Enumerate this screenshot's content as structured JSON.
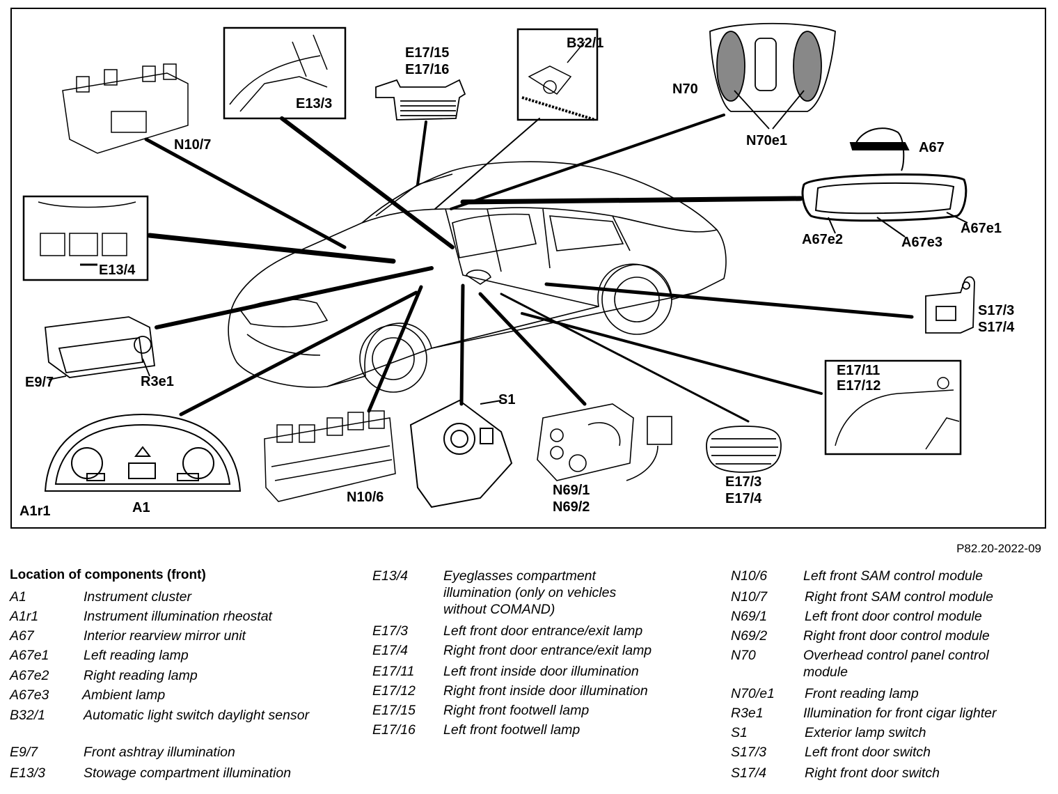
{
  "figure_code": "P82.20-2022-09",
  "legend_title": "Location of components (front)",
  "callouts": {
    "n10_7": "N10/7",
    "e13_3": "E13/3",
    "e17_15": "E17/15",
    "e17_16": "E17/16",
    "b32_1": "B32/1",
    "n70": "N70",
    "n70e1": "N70e1",
    "a67": "A67",
    "a67e1": "A67e1",
    "a67e2": "A67e2",
    "a67e3": "A67e3",
    "e13_4": "E13/4",
    "s17_3": "S17/3",
    "s17_4": "S17/4",
    "e9_7": "E9/7",
    "r3e1": "R3e1",
    "e17_11": "E17/11",
    "e17_12": "E17/12",
    "s1": "S1",
    "a1r1": "A1r1",
    "a1": "A1",
    "n10_6": "N10/6",
    "n69_1": "N69/1",
    "n69_2": "N69/2",
    "e17_3": "E17/3",
    "e17_4": "E17/4"
  },
  "legend": {
    "col1": [
      {
        "code": "A1",
        "desc": "Instrument cluster"
      },
      {
        "code": "A1r1",
        "desc": "Instrument illumination rheostat"
      },
      {
        "code": "A67",
        "desc": "Interior rearview mirror unit"
      },
      {
        "code": "A67e1",
        "desc": "Left reading lamp"
      },
      {
        "code": "A67e2",
        "desc": "Right reading lamp"
      },
      {
        "code": "A67e3",
        "desc": "Ambient lamp"
      },
      {
        "code": "B32/1",
        "desc": "Automatic light switch daylight sensor"
      },
      {
        "code": "E9/7",
        "desc": "Front ashtray illumination"
      },
      {
        "code": "E13/3",
        "desc": "Stowage compartment illumination"
      }
    ],
    "col2": [
      {
        "code": "E13/4",
        "desc": "Eyeglasses compartment illumination (only on vehicles without COMAND)"
      },
      {
        "code": "E17/3",
        "desc": "Left front door entrance/exit lamp"
      },
      {
        "code": "E17/4",
        "desc": "Right front door entrance/exit lamp"
      },
      {
        "code": "E17/11",
        "desc": "Left front inside door illumination"
      },
      {
        "code": "E17/12",
        "desc": "Right front inside door illumination"
      },
      {
        "code": "E17/15",
        "desc": "Right front footwell lamp"
      },
      {
        "code": "E17/16",
        "desc": "Left front footwell lamp"
      }
    ],
    "col3": [
      {
        "code": "N10/6",
        "desc": "Left front SAM control module"
      },
      {
        "code": "N10/7",
        "desc": "Right front SAM control module"
      },
      {
        "code": "N69/1",
        "desc": "Left front door control module"
      },
      {
        "code": "N69/2",
        "desc": "Right front door control module"
      },
      {
        "code": "N70",
        "desc": "Overhead control panel control module"
      },
      {
        "code": "N70/e1",
        "desc": "Front reading lamp"
      },
      {
        "code": "R3e1",
        "desc": "Illumination for front cigar lighter"
      },
      {
        "code": "S1",
        "desc": "Exterior lamp switch"
      },
      {
        "code": "S17/3",
        "desc": "Left front door switch"
      },
      {
        "code": "S17/4",
        "desc": "Right front door switch"
      }
    ]
  }
}
